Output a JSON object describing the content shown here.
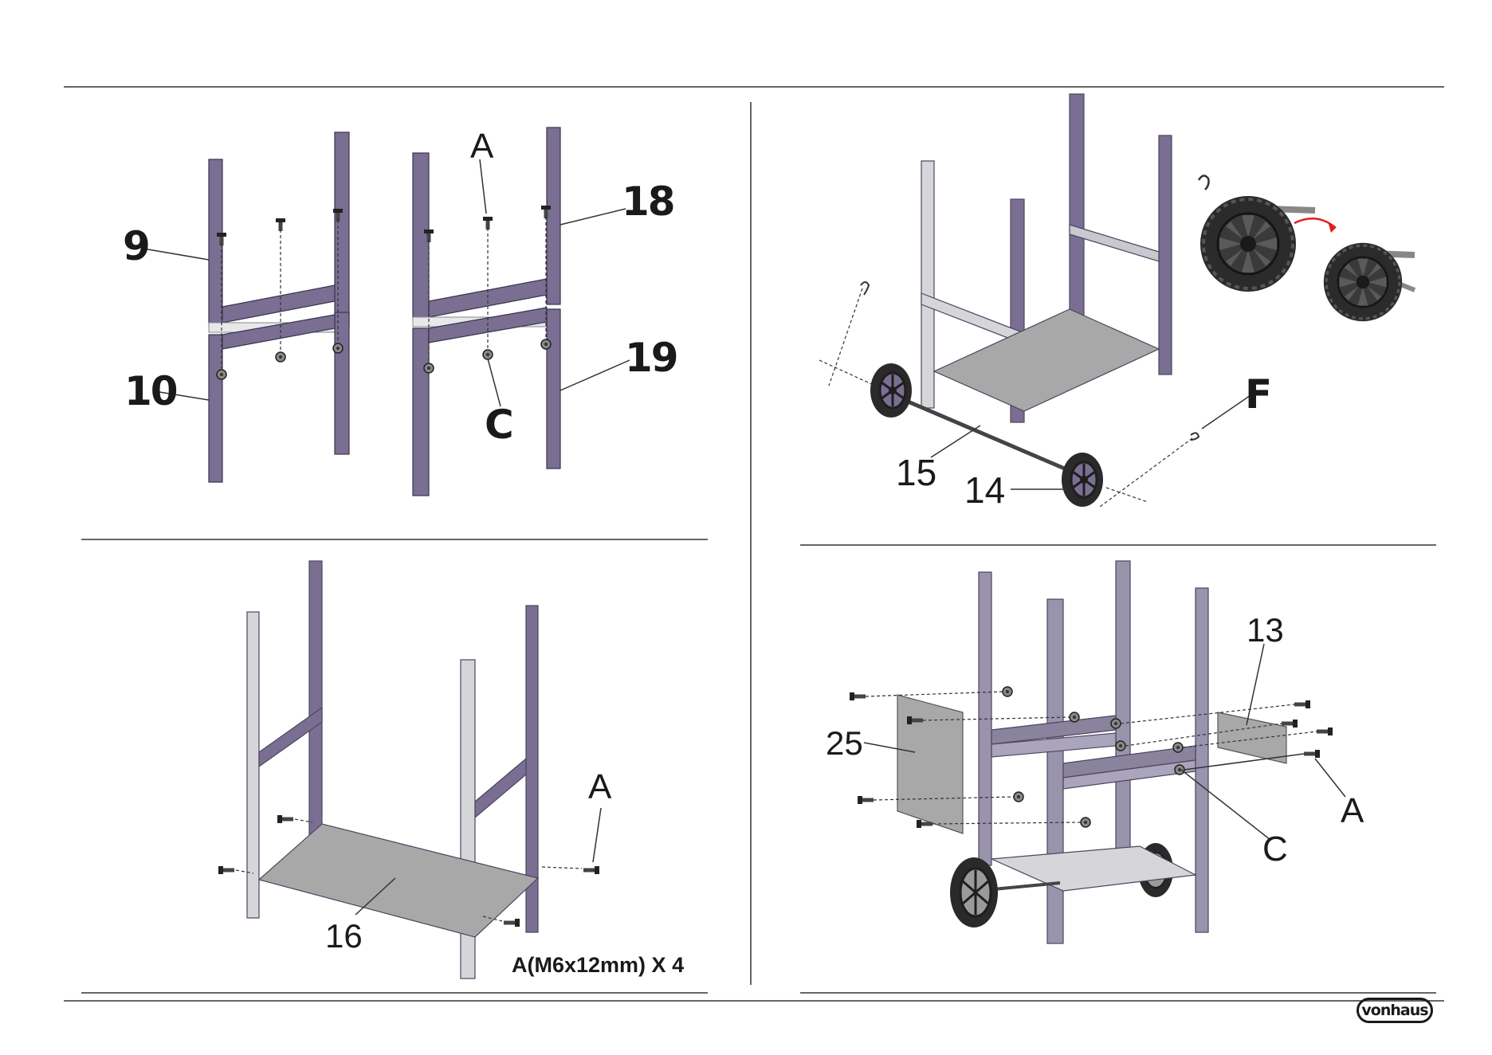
{
  "brand": {
    "logo_text": "vonhaus"
  },
  "panels": {
    "top_left": {
      "labels": {
        "part_9": "9",
        "part_10": "10",
        "part_18": "18",
        "part_19": "19",
        "screw_a": "A",
        "nut_c": "C"
      }
    },
    "top_right": {
      "labels": {
        "part_15": "15",
        "part_14": "14",
        "clip_f": "F"
      }
    },
    "bottom_left": {
      "labels": {
        "part_16": "16",
        "screw_a": "A"
      },
      "caption": "A(M6x12mm) X 4"
    },
    "bottom_right": {
      "labels": {
        "part_13": "13",
        "part_25": "25",
        "screw_a": "A",
        "nut_c": "C"
      }
    }
  },
  "colors": {
    "frame_purple": "#7a6f92",
    "frame_light": "#d6d6d8",
    "shelf_grey": "#a8a8a8",
    "line": "#333333",
    "wheel": "#2a2a2a",
    "arrow_red": "#e02020"
  }
}
